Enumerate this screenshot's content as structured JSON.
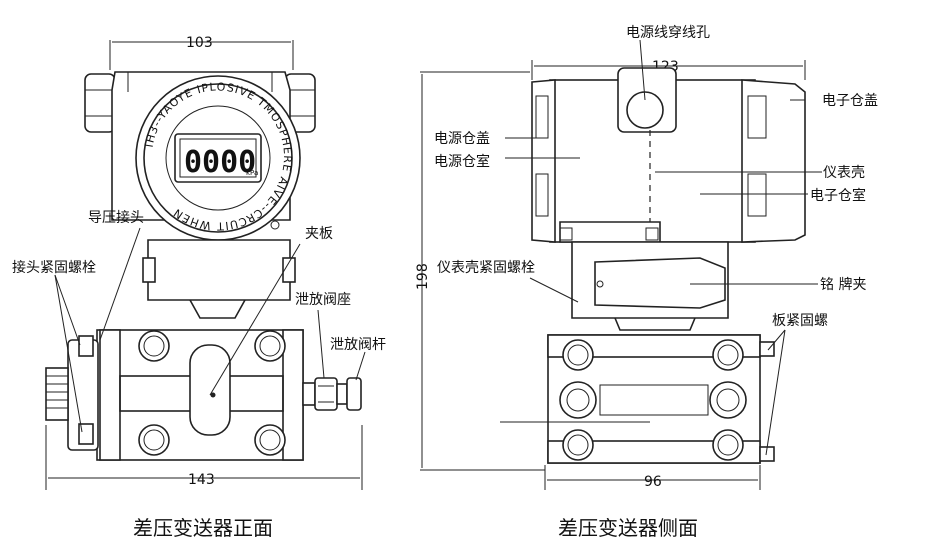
{
  "front": {
    "caption": "差压变送器正面",
    "dim_top": "103",
    "dim_bottom": "143",
    "display_digits": "0000",
    "display_unit": "kPa",
    "ring_text": "IH3--YAOYE IPLOSIVE TMOSPHERE AIVE--CRCUIT WHEN",
    "labels": {
      "pressure_joint": "导压接头",
      "joint_bolt": "接头紧固螺栓",
      "clamp_plate": "夹板",
      "vent_seat": "泄放阀座",
      "vent_rod": "泄放阀杆"
    }
  },
  "side": {
    "caption": "差压变送器侧面",
    "dim_top": "123",
    "dim_left": "198",
    "dim_bottom": "96",
    "labels": {
      "wire_hole": "电源线穿线孔",
      "power_cover": "电源仓盖",
      "power_chamber": "电源仓室",
      "electronic_cover": "电子仓盖",
      "housing": "仪表壳",
      "electronic_chamber": "电子仓室",
      "housing_bolt": "仪表壳紧固螺栓",
      "nameplate_clip": "铭 牌夹",
      "plate_bolt": "板紧固螺"
    }
  }
}
